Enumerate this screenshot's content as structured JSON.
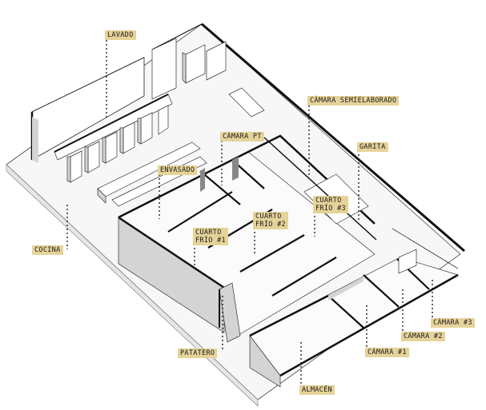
{
  "diagram": {
    "labels": {
      "lavado": "LAVADO",
      "camara_semielaborado": "CÁMARA SEMIELABORADO",
      "camara_pt": "CÁMARA PT",
      "garita": "GARITA",
      "envasado": "ENVASADO",
      "cuarto_frio_3": "CUARTO\nFRÍO #3",
      "cuarto_frio_2": "CUARTO\nFRÍO #2",
      "cuarto_frio_1": "CUARTO\nFRÍO #1",
      "cocina": "COCINA",
      "camara_3": "CÁMARA #3",
      "camara_2": "CÁMARA #2",
      "camara_1": "CÁMARA #1",
      "patatero": "PATATERO",
      "almacen": "ALMACÉN"
    },
    "colors": {
      "label_bg": "#e6d39a",
      "wall_dark": "#111111",
      "wall_shade": "#d4d4d4",
      "floor": "#f7f7f7"
    }
  }
}
